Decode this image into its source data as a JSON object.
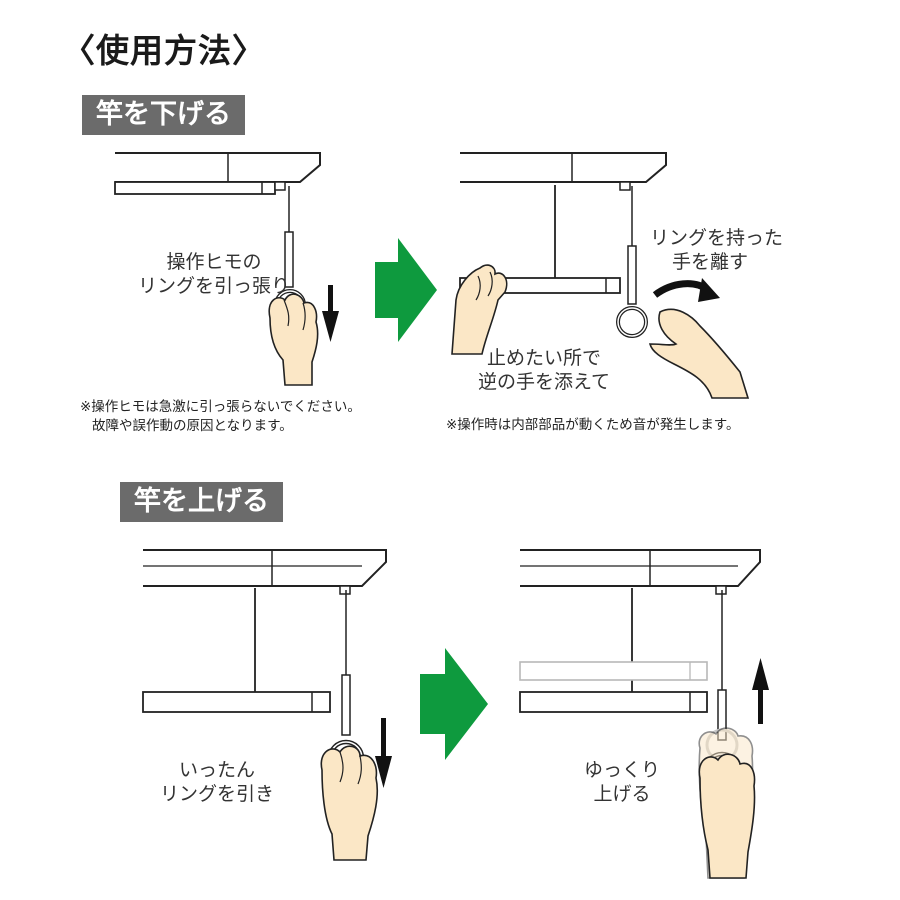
{
  "title": "〈使用方法〉",
  "lower_section": {
    "heading": "竿を下げる",
    "step1_caption": [
      "操作ヒモの",
      "リングを引っ張り"
    ],
    "step2_caption_release": [
      "リングを持った",
      "手を離す"
    ],
    "step2_caption_stop": [
      "止めたい所で",
      "逆の手を添えて"
    ],
    "note_left": [
      "※操作ヒモは急激に引っ張らないでください。",
      "故障や誤作動の原因となります。"
    ],
    "note_right": "※操作時は内部部品が動くため音が発生します。"
  },
  "raise_section": {
    "heading": "竿を上げる",
    "step1_caption": [
      "いったん",
      "リングを引き"
    ],
    "step2_caption": [
      "ゆっくり",
      "上げる"
    ]
  },
  "colors": {
    "badge": "#6b6b6b",
    "arrow": "#0e9a3e",
    "skin": "#fbe7c6",
    "line": "#222222"
  }
}
